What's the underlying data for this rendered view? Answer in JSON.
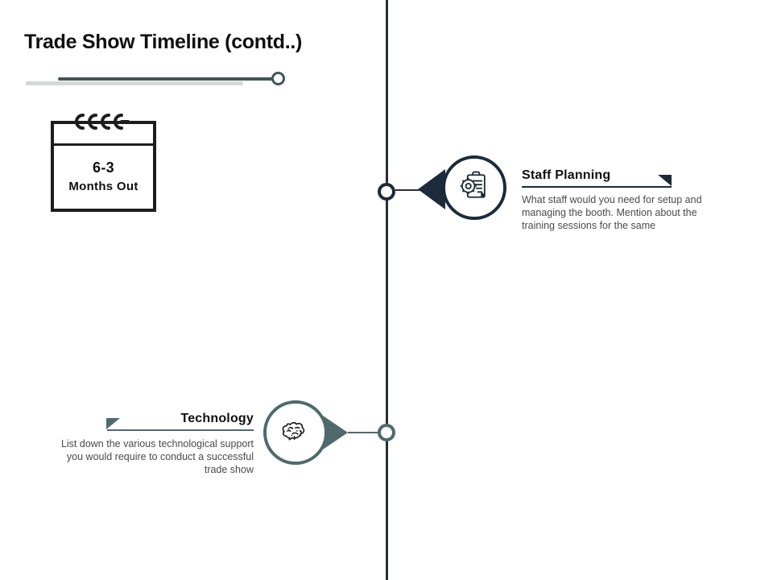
{
  "slide": {
    "title": "Trade Show Timeline (contd..)"
  },
  "colors": {
    "accent_dark": "#1b2b3a",
    "accent_teal": "#4f6a6c",
    "axis": "#2b2f33",
    "rule_gray": "#d6d8d8",
    "body_text": "#4a4a4a",
    "heading_text": "#101010"
  },
  "calendar": {
    "line1": "6-3",
    "line2": "Months Out",
    "icon": "calendar-spiral-icon"
  },
  "milestones": [
    {
      "id": "staff",
      "heading": "Staff Planning",
      "body": "What staff would you need for setup and managing the booth. Mention about the training sessions for the same",
      "icon": "clipboard-gear-icon",
      "side": "right",
      "color": "#1b2b3a"
    },
    {
      "id": "technology",
      "heading": "Technology",
      "body": "List down the various technological support you would require to conduct a successful trade show",
      "icon": "brain-icon",
      "side": "left",
      "color": "#4f6a6c"
    }
  ]
}
